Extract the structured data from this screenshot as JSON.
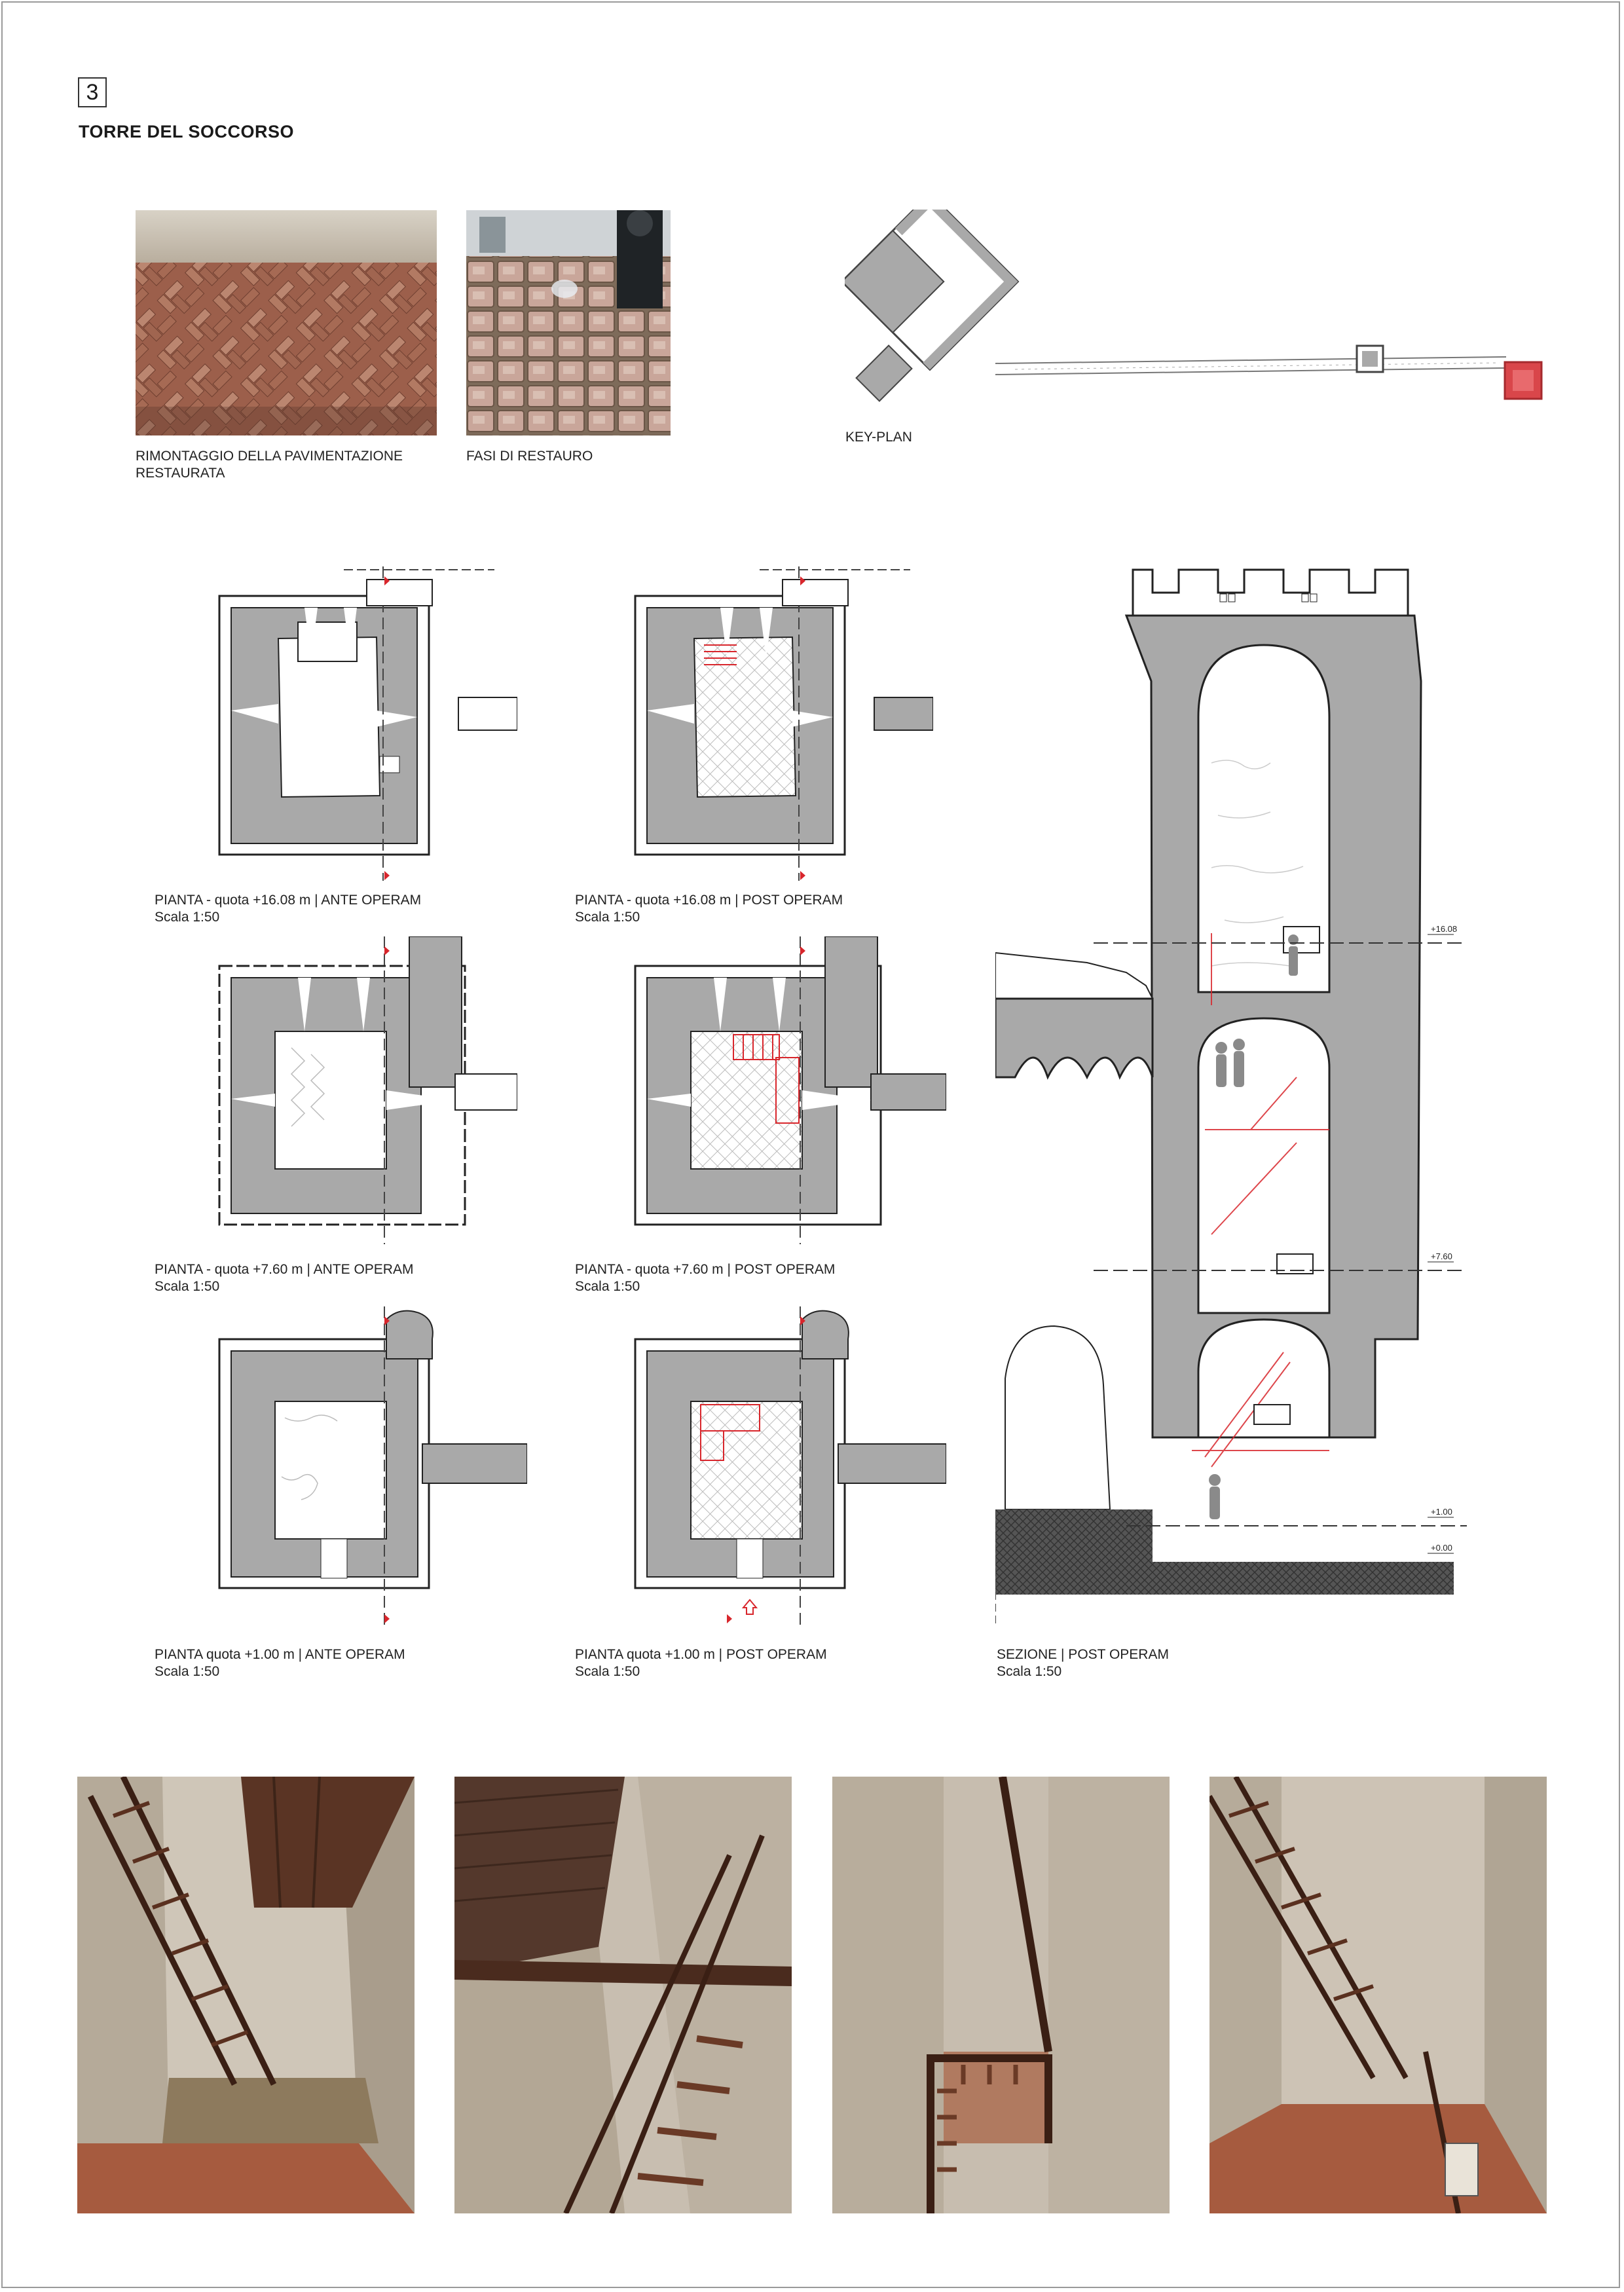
{
  "sheet": {
    "number": "3",
    "title": "TORRE DEL SOCCORSO"
  },
  "top_photos": [
    {
      "caption": "RIMONTAGGIO DELLA PAVIMENTAZIONE RESTAURATA",
      "subject": "herringbone brick floor"
    },
    {
      "caption": "FASI DI RESTAURO",
      "subject": "restoration phases, stacked bricks"
    }
  ],
  "key_plan": {
    "caption": "KEY-PLAN",
    "highlight_color": "#d9464a"
  },
  "plans": [
    {
      "caption": "PIANTA - quota +16.08 m | ANTE OPERAM",
      "scale": "Scala 1:50"
    },
    {
      "caption": "PIANTA - quota +16.08 m | POST OPERAM",
      "scale": "Scala 1:50"
    },
    {
      "caption": "PIANTA - quota +7.60 m | ANTE OPERAM",
      "scale": "Scala 1:50"
    },
    {
      "caption": "PIANTA - quota +7.60 m | POST OPERAM",
      "scale": "Scala 1:50"
    },
    {
      "caption": "PIANTA quota +1.00 m | ANTE OPERAM",
      "scale": "Scala 1:50"
    },
    {
      "caption": "PIANTA quota +1.00 m | POST OPERAM",
      "scale": "Scala 1:50"
    }
  ],
  "section": {
    "caption": "SEZIONE | POST OPERAM",
    "scale": "Scala 1:50",
    "levels": [
      "+16.08",
      "+7.60",
      "+1.00",
      "+0.00"
    ]
  },
  "renders": [
    {
      "subject": "interior staircase render 1"
    },
    {
      "subject": "interior staircase render 2"
    },
    {
      "subject": "interior staircase render 3"
    },
    {
      "subject": "interior staircase render 4"
    }
  ],
  "colors": {
    "wall_fill": "#a9a9a9",
    "stair_red": "#d8262c",
    "brick": "#a86a52"
  }
}
